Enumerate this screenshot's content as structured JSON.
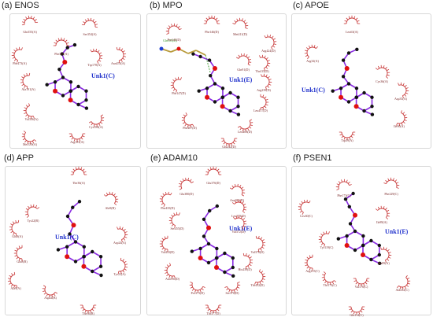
{
  "panels": [
    {
      "id": "a",
      "label": "(a) ENOS",
      "ligand": "Unk1(C)",
      "residues": [
        "Gln355(A)",
        "Ser354(A)",
        "Phe473(A)",
        "Phe355(A)",
        "Trp178(A)",
        "Asn453(A)",
        "Ala191(A)",
        "Val336(A)",
        "Cys184(A)",
        "Arg183(A)",
        "Met339(A)"
      ],
      "hbonds": []
    },
    {
      "id": "b",
      "label": "(b) MPO",
      "ligand": "Unk1(E)",
      "residues": [
        "Phe146(D)",
        "Pro145(D)",
        "Met411(D)",
        "Arg424(D)",
        "Gln105(D)",
        "Gln91(D)",
        "Arg239(D)",
        "Phe147(D)",
        "Thr415(D)",
        "Leu417(D)",
        "Phe407(D)",
        "Leu406(D)",
        "Glu242(D)"
      ],
      "hbonds": [
        "Gln105(D)"
      ]
    },
    {
      "id": "c",
      "label": "(c) APOE",
      "ligand": "Unk1(C)",
      "residues": [
        "Leu63(A)",
        "Arg32(A)",
        "Cys36(A)",
        "Asp35(A)",
        "Ile90(A)",
        "Trp39(A)"
      ],
      "hbonds": []
    },
    {
      "id": "d",
      "label": "(d) APP",
      "ligand": "Unk1(C)",
      "residues": [
        "The36(A)",
        "Ala9(B)",
        "Tyr22(B)",
        "Asp24(A)",
        "Glu8(A)",
        "Glu8(B)",
        "Tyr22(A)",
        "Ala9(A)",
        "Asp24(B)",
        "The36(B)"
      ],
      "hbonds": []
    },
    {
      "id": "e",
      "label": "(e) ADAM10",
      "ligand": "Unk1(E)",
      "residues": [
        "Glu376(D)",
        "Glu380(D)",
        "Phe435(D)",
        "Asn383(D)",
        "Leu373(D)",
        "Ser455(D)",
        "Val433(D)",
        "Val378(D)",
        "Val372(D)",
        "His439(D)",
        "Asn556(D)",
        "Pro373(D)",
        "Ser370(D)",
        "Thr452(D)",
        "Thr377(D)"
      ],
      "hbonds": []
    },
    {
      "id": "f",
      "label": "(f) PSEN1",
      "ligand": "Unk1(E)",
      "residues": [
        "Phe173(C)",
        "Phe229(C)",
        "Leu30(C)",
        "Ile89(A)",
        "Tyr119(C)",
        "Ala89(A)",
        "Arg215(C)",
        "Val176(C)",
        "Thr173(C)",
        "Ala232(C)",
        "Gln114(C)"
      ],
      "hbonds": []
    }
  ]
}
